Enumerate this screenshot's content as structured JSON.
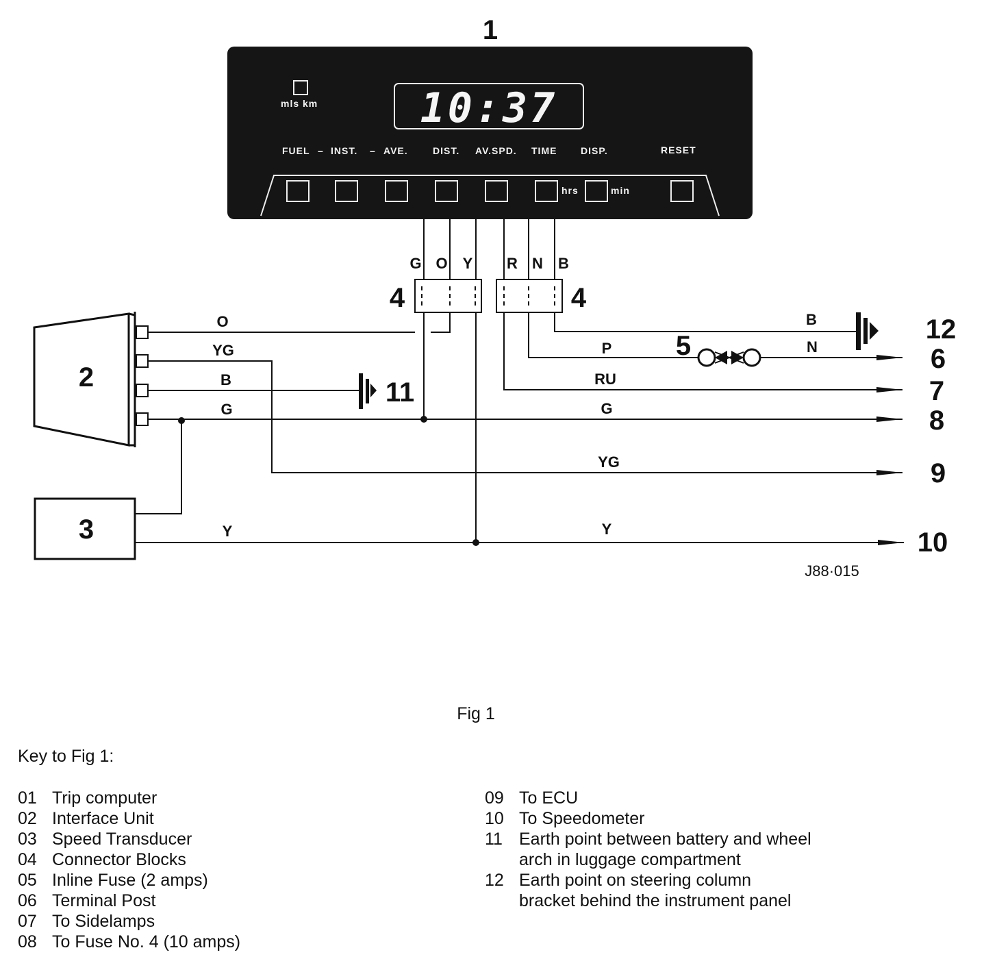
{
  "diagram": {
    "component_numbers": {
      "trip_computer": "1",
      "interface_unit": "2",
      "speed_transducer": "3",
      "connector_left": "4",
      "connector_right": "4",
      "inline_fuse": "5",
      "to_terminal_post": "6",
      "to_sidelamps": "7",
      "to_fuse": "8",
      "to_ecu": "9",
      "to_speedometer": "10",
      "earth_luggage": "11",
      "earth_steering": "12"
    },
    "display": {
      "time": "10:37",
      "units": "mls km",
      "functions": [
        "FUEL",
        "–",
        "INST.",
        "–",
        "AVE.",
        "DIST.",
        "AV.SPD.",
        "TIME",
        "DISP.",
        "RESET"
      ],
      "hrs": "hrs",
      "min": "min"
    },
    "connector_pins": [
      "G",
      "O",
      "Y",
      "R",
      "N",
      "B"
    ],
    "wire_labels": {
      "o": "O",
      "yg_top": "YG",
      "b_left": "B",
      "g_left": "G",
      "y_left": "Y",
      "b_right": "B",
      "p": "P",
      "n": "N",
      "ru": "RU",
      "g_right": "G",
      "yg_right": "YG",
      "y_right": "Y"
    },
    "drawing_ref": "J88·015"
  },
  "caption": "Fig 1",
  "key": {
    "title": "Key to Fig 1:",
    "left": [
      {
        "num": "01",
        "text": "Trip computer"
      },
      {
        "num": "02",
        "text": "Interface Unit"
      },
      {
        "num": "03",
        "text": "Speed Transducer"
      },
      {
        "num": "04",
        "text": "Connector Blocks"
      },
      {
        "num": "05",
        "text": "Inline Fuse (2 amps)"
      },
      {
        "num": "06",
        "text": "Terminal Post"
      },
      {
        "num": "07",
        "text": "To Sidelamps"
      },
      {
        "num": "08",
        "text": "To Fuse No. 4 (10 amps)"
      }
    ],
    "right": [
      {
        "num": "09",
        "text": "To ECU"
      },
      {
        "num": "10",
        "text": "To Speedometer"
      },
      {
        "num": "11",
        "text": "Earth point between battery and wheel"
      },
      {
        "num": "",
        "text": "arch in luggage compartment"
      },
      {
        "num": "12",
        "text": "Earth point on steering column"
      },
      {
        "num": "",
        "text": "bracket behind the instrument panel"
      }
    ]
  }
}
